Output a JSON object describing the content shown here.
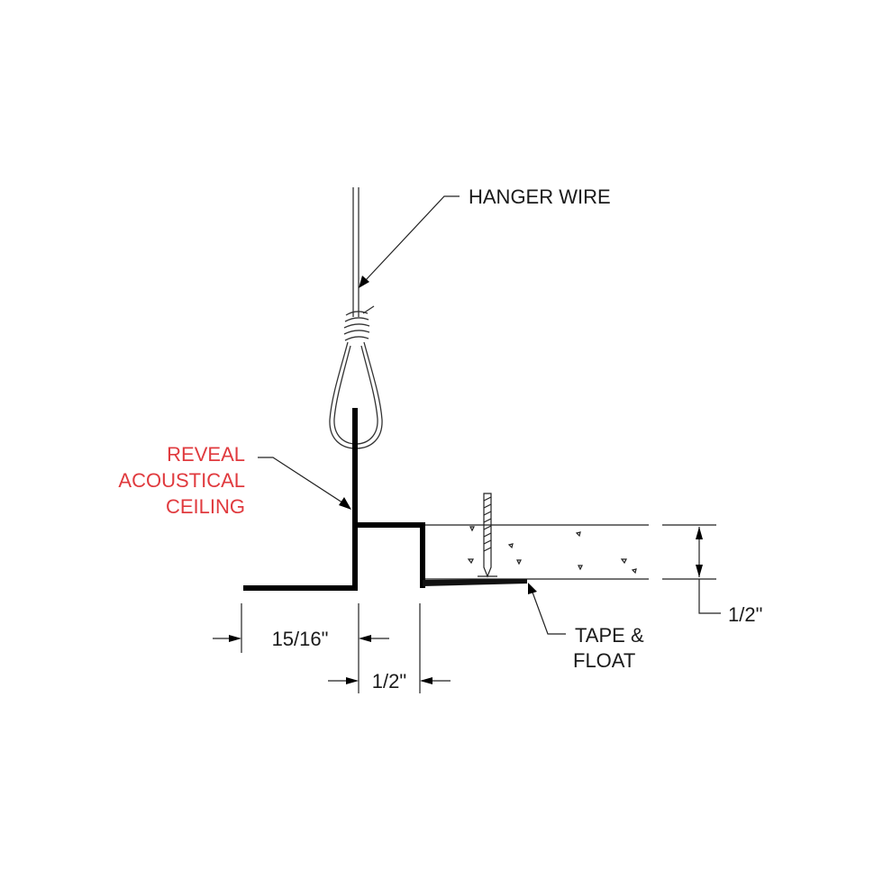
{
  "labels": {
    "hanger_wire": "HANGER WIRE",
    "reveal_line1": "REVEAL",
    "reveal_line2": "ACOUSTICAL",
    "reveal_line3": "CEILING",
    "tape_line1": "TAPE &",
    "tape_line2": "FLOAT",
    "dim_flange": "15/16\"",
    "dim_reveal": "1/2\"",
    "dim_board": "1/2\""
  },
  "colors": {
    "highlight": "#e03a3e",
    "text": "#1a1a1a",
    "line": "#000000"
  }
}
